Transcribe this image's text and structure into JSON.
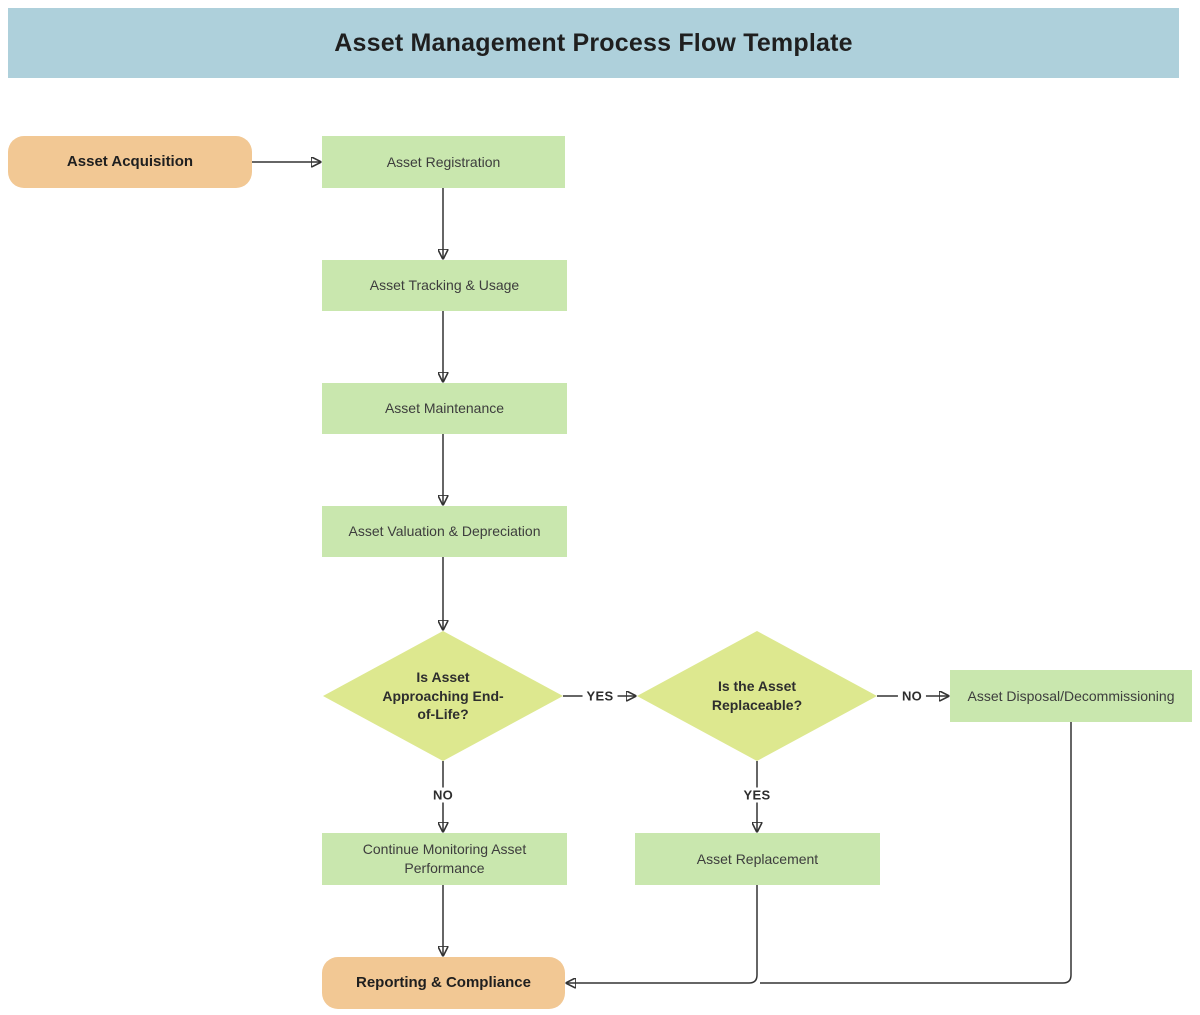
{
  "title": "Asset Management Process Flow Template",
  "colors": {
    "headerBg": "#aed0db",
    "processFill": "#c9e7ae",
    "terminalFill": "#f2c894",
    "decisionFill": "#dde88f",
    "lineColor": "#333333"
  },
  "nodes": {
    "acquisition": "Asset Acquisition",
    "registration": "Asset Registration",
    "tracking": "Asset Tracking & Usage",
    "maintenance": "Asset Maintenance",
    "valuation": "Asset Valuation & Depreciation",
    "eol_decision": "Is Asset Approaching End-of-Life?",
    "replace_decision": "Is the Asset Replaceable?",
    "disposal": "Asset Disposal/Decommissioning",
    "monitoring": "Continue Monitoring Asset Performance",
    "replacement": "Asset Replacement",
    "reporting": "Reporting & Compliance"
  },
  "edge_labels": {
    "eol_yes": "YES",
    "eol_no": "NO",
    "replace_no": "NO",
    "replace_yes": "YES"
  }
}
